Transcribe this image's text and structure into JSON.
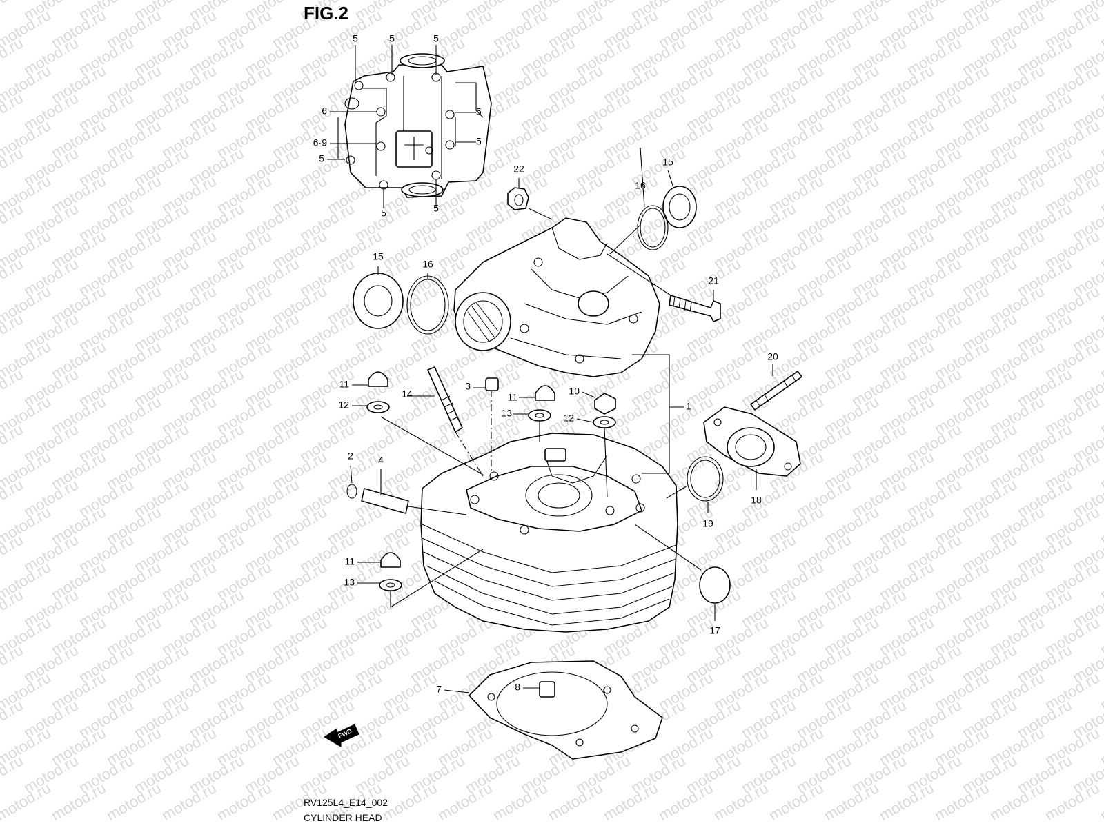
{
  "figure": {
    "title": "FIG.2",
    "code": "RV125L4_E14_002",
    "name": "CYLINDER HEAD",
    "fwd_label": "FWD",
    "watermark": "motod.ru"
  },
  "callouts": [
    {
      "id": "c5-1",
      "text": "5"
    },
    {
      "id": "c5-2",
      "text": "5"
    },
    {
      "id": "c5-3",
      "text": "5"
    },
    {
      "id": "c6",
      "text": "6"
    },
    {
      "id": "c5-4",
      "text": "5"
    },
    {
      "id": "c69",
      "text": "6·9"
    },
    {
      "id": "c5-5",
      "text": "5"
    },
    {
      "id": "c5-6",
      "text": "5"
    },
    {
      "id": "c5-7",
      "text": "5"
    },
    {
      "id": "c5-8",
      "text": "5"
    },
    {
      "id": "c22",
      "text": "22"
    },
    {
      "id": "c15a",
      "text": "15"
    },
    {
      "id": "c16a",
      "text": "16"
    },
    {
      "id": "c15b",
      "text": "15"
    },
    {
      "id": "c16b",
      "text": "16"
    },
    {
      "id": "c21",
      "text": "21"
    },
    {
      "id": "c20",
      "text": "20"
    },
    {
      "id": "c1",
      "text": "1"
    },
    {
      "id": "c11a",
      "text": "11"
    },
    {
      "id": "c12a",
      "text": "12"
    },
    {
      "id": "c14",
      "text": "14"
    },
    {
      "id": "c3",
      "text": "3"
    },
    {
      "id": "c11b",
      "text": "11"
    },
    {
      "id": "c13a",
      "text": "13"
    },
    {
      "id": "c10",
      "text": "10"
    },
    {
      "id": "c12b",
      "text": "12"
    },
    {
      "id": "c2",
      "text": "2"
    },
    {
      "id": "c4",
      "text": "4"
    },
    {
      "id": "c18",
      "text": "18"
    },
    {
      "id": "c19",
      "text": "19"
    },
    {
      "id": "c11c",
      "text": "11"
    },
    {
      "id": "c13b",
      "text": "13"
    },
    {
      "id": "c17",
      "text": "17"
    },
    {
      "id": "c7",
      "text": "7"
    },
    {
      "id": "c8",
      "text": "8"
    }
  ]
}
